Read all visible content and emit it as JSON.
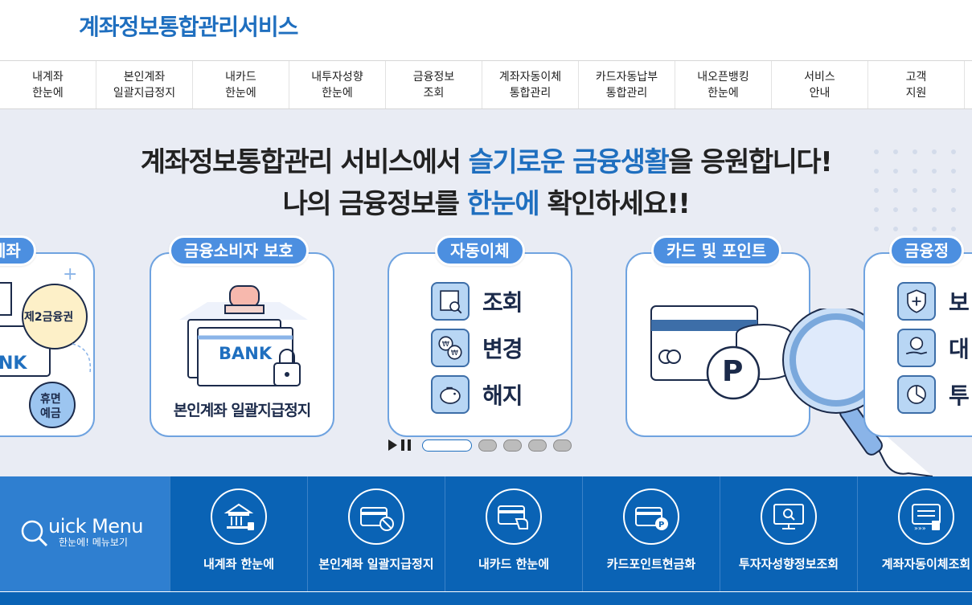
{
  "header": {
    "logo_text": "계좌정보통합관리서비스"
  },
  "nav": {
    "items": [
      {
        "line1": "내계좌",
        "line2": "한눈에"
      },
      {
        "line1": "본인계좌",
        "line2": "일괄지급정지"
      },
      {
        "line1": "내카드",
        "line2": "한눈에"
      },
      {
        "line1": "내투자성향",
        "line2": "한눈에"
      },
      {
        "line1": "금융정보",
        "line2": "조회"
      },
      {
        "line1": "계좌자동이체",
        "line2": "통합관리"
      },
      {
        "line1": "카드자동납부",
        "line2": "통합관리"
      },
      {
        "line1": "내오픈뱅킹",
        "line2": "한눈에"
      },
      {
        "line1": "서비스",
        "line2": "안내"
      },
      {
        "line1": "고객",
        "line2": "지원"
      }
    ]
  },
  "banner": {
    "line1_a": "계좌정보통합관리 서비스에서 ",
    "line1_hl": "슬기로운 금융생활",
    "line1_b": "을 응원합니다!",
    "line2_a": "나의 금융정보를 ",
    "line2_hl": "한눈에",
    "line2_b": " 확인하세요!!",
    "cards": {
      "left_partial": {
        "pill": "계좌",
        "badge": "제2금융권",
        "bank": "NK",
        "badge2_l1": "휴면",
        "badge2_l2": "예금"
      },
      "consumer": {
        "pill": "금융소비자 보호",
        "bank": "BANK",
        "caption": "본인계좌 일괄지급정지"
      },
      "autopay": {
        "pill": "자동이체",
        "rows": [
          "조회",
          "변경",
          "해지"
        ]
      },
      "card_point": {
        "pill": "카드 및 포인트",
        "point_symbol": "P"
      },
      "finance_partial": {
        "pill": "금융정",
        "rows": [
          "보",
          "대",
          "투"
        ]
      }
    },
    "pager": {
      "active_index": 0,
      "count": 5
    }
  },
  "quick_menu": {
    "title": "uick Menu",
    "subtitle": "한눈에! 메뉴보기",
    "items": [
      {
        "label": "내계좌 한눈에",
        "icon": "bank-building-icon"
      },
      {
        "label": "본인계좌 일괄지급정지",
        "icon": "card-blocked-icon"
      },
      {
        "label": "내카드 한눈에",
        "icon": "card-hand-icon"
      },
      {
        "label": "카드포인트현금화",
        "icon": "card-point-icon"
      },
      {
        "label": "투자자성향정보조회",
        "icon": "monitor-search-icon"
      },
      {
        "label": "계좌자동이체조회",
        "icon": "account-transfer-icon"
      }
    ]
  },
  "colors": {
    "brand_blue": "#1f6fbf",
    "quick_bg": "#0a63b5",
    "banner_bg": "#e9ecf4",
    "pill_blue": "#4c8fe0"
  }
}
